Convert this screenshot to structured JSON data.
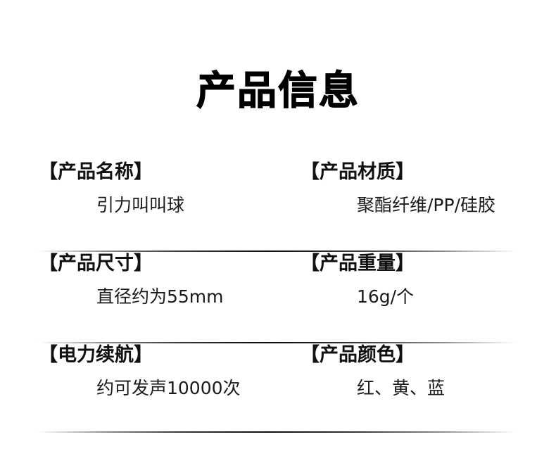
{
  "page": {
    "title": "产品信息",
    "background_color": "#ffffff",
    "text_color": "#1a1a1a"
  },
  "spec_table": {
    "rows": [
      {
        "left": {
          "label": "【产品名称】",
          "value": "引力叫叫球"
        },
        "right": {
          "label": "【产品材质】",
          "value": "聚酯纤维/PP/硅胶"
        }
      },
      {
        "left": {
          "label": "【产品尺寸】",
          "value": "直径约为55mm"
        },
        "right": {
          "label": "【产品重量】",
          "value": "16g/个"
        }
      },
      {
        "left": {
          "label": "【电力续航】",
          "value": "约可发声10000次"
        },
        "right": {
          "label": "【产品颜色】",
          "value": "红、黄、蓝"
        }
      }
    ]
  }
}
